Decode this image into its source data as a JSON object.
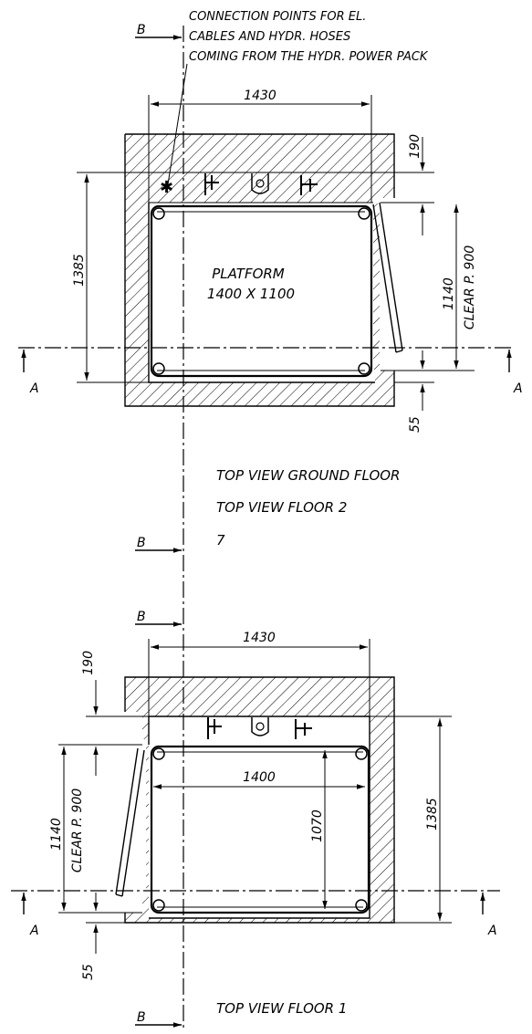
{
  "note": {
    "line1": "CONNECTION POINTS FOR EL.",
    "line2": "CABLES AND HYDR. HOSES",
    "line3": "COMING FROM THE HYDR. POWER PACK"
  },
  "section_labels": {
    "b": "B",
    "a": "A"
  },
  "top_view": {
    "width_dim": "1430",
    "top_wall_dim": "190",
    "height_dim": "1385",
    "clear_dim": "1140",
    "clear_label": "CLEAR P. 900",
    "bottom_dim": "55",
    "platform_line1": "PLATFORM",
    "platform_line2": "1400 X 1100",
    "caption1": "TOP VIEW GROUND FLOOR",
    "caption2": "TOP VIEW FLOOR 2",
    "caption3": "7"
  },
  "bottom_view": {
    "width_dim": "1430",
    "top_wall_dim": "190",
    "inner_width_dim": "1400",
    "inner_height_dim": "1070",
    "height_dim": "1385",
    "clear_dim": "1140",
    "clear_label": "CLEAR P. 900",
    "bottom_dim": "55",
    "caption": "TOP VIEW FLOOR 1"
  }
}
